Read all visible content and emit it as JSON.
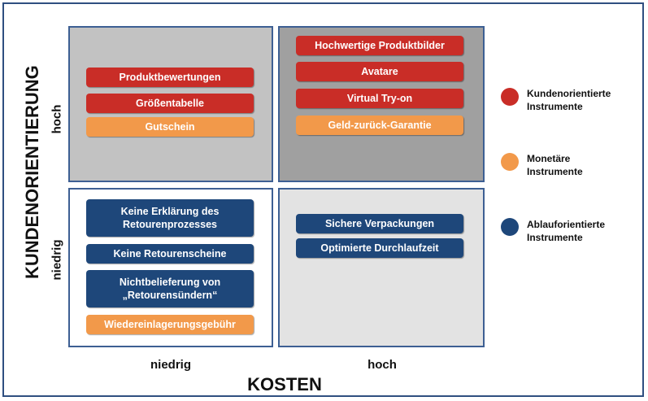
{
  "axes": {
    "y_title": "KUNDENORIENTIERUNG",
    "y_high": "hoch",
    "y_low": "niedrig",
    "x_title": "KOSTEN",
    "x_low": "niedrig",
    "x_high": "hoch"
  },
  "quadrants": {
    "top_left": [
      "Produktbewertungen",
      "Größentabelle",
      "Gutschein"
    ],
    "top_right": [
      "Hochwertige Produktbilder",
      "Avatare",
      "Virtual Try-on",
      "Geld-zurück-Garantie"
    ],
    "bottom_left": [
      "Keine Erklärung des\nRetourenprozesses",
      "Keine Retourenscheine",
      "Nichtbelieferung von\n„Retourensündern“",
      "Wiedereinlagerungsgebühr"
    ],
    "bottom_right": [
      "Sichere Verpackungen",
      "Optimierte Durchlaufzeit"
    ]
  },
  "legend": [
    {
      "label_line1": "Kundenorientierte",
      "label_line2": "Instrumente",
      "color": "#c92d27"
    },
    {
      "label_line1": "Monetäre",
      "label_line2": "Instrumente",
      "color": "#f2994a"
    },
    {
      "label_line1": "Ablauforientierte",
      "label_line2": "Instrumente",
      "color": "#1e477a"
    }
  ],
  "colors": {
    "red": "#c92d27",
    "orange": "#f2994a",
    "blue": "#1e477a",
    "border": "#3d5f93"
  }
}
